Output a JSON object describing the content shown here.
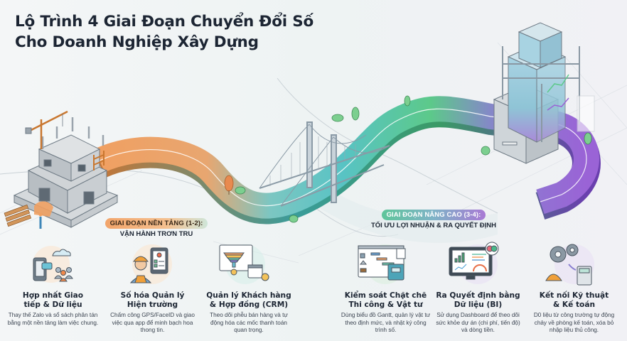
{
  "title": {
    "line1": "Lộ Trình 4 Giai Đoạn Chuyển Đổi Số",
    "line2": "Cho Doanh Nghiệp Xây Dựng"
  },
  "phases": {
    "basic": {
      "label": "GIAI ĐOẠN NỀN TẢNG (1-2):",
      "subtitle": "VẬN HÀNH TRƠN TRU",
      "color": "#f2a46a"
    },
    "advanced": {
      "label": "GIAI ĐOẠN NÂNG CAO (3-4):",
      "subtitle": "TỐI ƯU LỢI NHUẬN & RA QUYẾT ĐỊNH",
      "color": "#a879d4"
    }
  },
  "colors": {
    "road_orange": "#f0a062",
    "road_teal": "#58c3c4",
    "road_green": "#5cc98a",
    "road_purple": "#9a63d6",
    "title_text": "#1c2533"
  },
  "cards": [
    {
      "icon": "communication-cloud-icon",
      "title_line1": "Hợp nhất Giao",
      "title_line2": "tiếp & Dữ liệu",
      "desc": "Thay thế Zalo và sổ sách phân tán bằng một nền tảng làm việc chung."
    },
    {
      "icon": "field-worker-icon",
      "title_line1": "Số hóa Quản lý",
      "title_line2": "Hiện trường",
      "desc": "Chấm công GPS/FaceID và giao việc qua app để minh bạch hoa thong tin."
    },
    {
      "icon": "sales-funnel-icon",
      "title_line1": "Quản lý Khách hàng",
      "title_line2": "& Hợp đồng (CRM)",
      "desc": "Theo dõi phễu bán hàng và tự động hóa các mốc thanh toán quan trọng."
    },
    {
      "icon": "gantt-chart-icon",
      "title_line1": "Kiểm soát Chặt chẽ",
      "title_line2": "Thi công & Vật tư",
      "desc": "Dùng biểu đồ Gantt, quản lý vật tư theo định mức, và nhật ký công trình số."
    },
    {
      "icon": "bi-dashboard-icon",
      "title_line1": "Ra Quyết định bằng",
      "title_line2": "Dữ liệu (BI)",
      "desc": "Sử dụng Dashboard để theo dõi sức khỏe dự án (chi phí, tiến độ) và dòng tiền."
    },
    {
      "icon": "gears-calculator-icon",
      "title_line1": "Kết nối Kỹ thuật",
      "title_line2": "& Kế toán",
      "desc": "D0 liệu từ công trường tự động chảy về phòng kế toán, xóa bỏ nhập liệu thủ công."
    }
  ]
}
